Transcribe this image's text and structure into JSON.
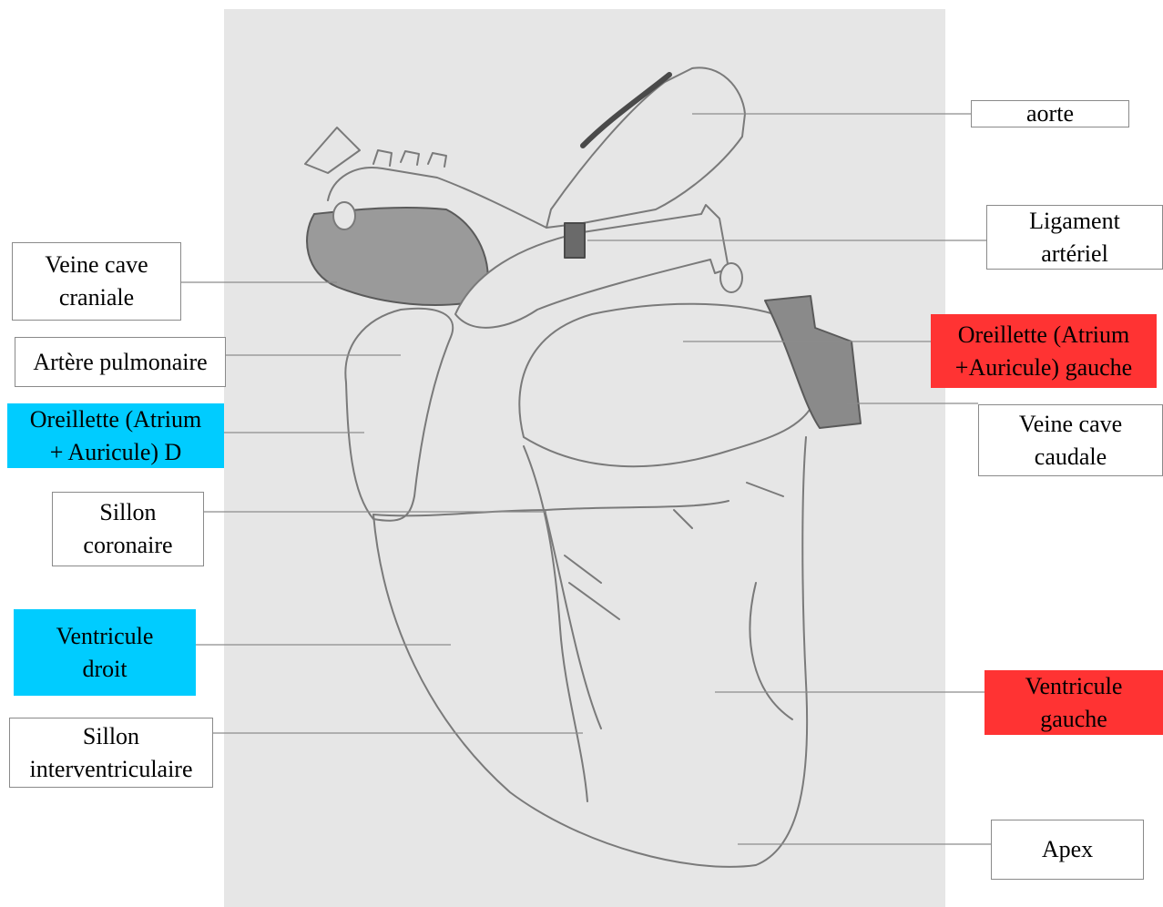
{
  "labels": {
    "aorte": {
      "text": "aorte",
      "fill": "#ffffff"
    },
    "ligament": {
      "text": "Ligament\nartériel",
      "fill": "#ffffff"
    },
    "veine_cave_craniale": {
      "text": "Veine cave\ncraniale",
      "fill": "#ffffff"
    },
    "artere_pulmonaire": {
      "text": "Artère pulmonaire",
      "fill": "#ffffff"
    },
    "oreillette_gauche": {
      "text": "Oreillette (Atrium\n+Auricule) gauche",
      "fill": "#ff3333"
    },
    "oreillette_droite": {
      "text": "Oreillette (Atrium\n+ Auricule) D",
      "fill": "#00ccff"
    },
    "veine_cave_caudale": {
      "text": "Veine cave\ncaudale",
      "fill": "#ffffff"
    },
    "sillon_coronaire": {
      "text": "Sillon\ncoronaire",
      "fill": "#ffffff"
    },
    "ventricule_droit": {
      "text": "Ventricule\ndroit",
      "fill": "#00ccff"
    },
    "ventricule_gauche": {
      "text": "Ventricule\ngauche",
      "fill": "#ff3333"
    },
    "sillon_interventriculaire": {
      "text": "Sillon\ninterventriculaire",
      "fill": "#ffffff"
    },
    "apex": {
      "text": "Apex",
      "fill": "#ffffff"
    }
  },
  "colors": {
    "paper": "#e6e6e6",
    "pencil": "#7a7a7a",
    "leader": "#8c8c8c",
    "right_side": "#00ccff",
    "left_side": "#ff3333"
  }
}
